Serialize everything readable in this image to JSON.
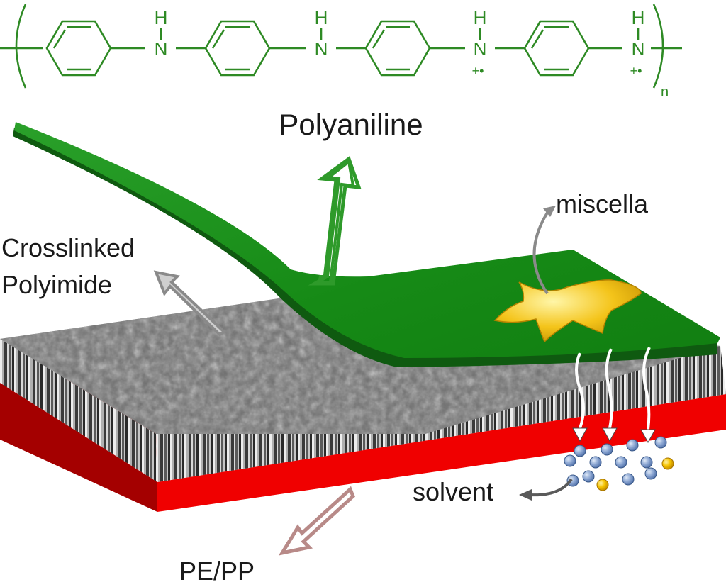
{
  "formula": {
    "atoms": [
      "H",
      "N",
      "H",
      "N",
      "H",
      "N",
      "H",
      "N"
    ],
    "charges": [
      "+•",
      "+•"
    ],
    "subscript": "n"
  },
  "labels": {
    "polymer": "Polyaniline",
    "crosslinked_line1": "Crosslinked",
    "crosslinked_line2": "Polyimide",
    "miscella": "miscella",
    "solvent": "solvent",
    "substrate": "PE/PP"
  },
  "colors": {
    "pani_film": "#1d8a1d",
    "pani_film_edge": "#0f5a10",
    "chem_text": "#2e8a24",
    "substrate_top": "#ff1a1a",
    "substrate_side": "#e00000",
    "substrate_left": "#a00000",
    "micelle": "#f2c21a",
    "solvent_blue": "#7f9fce",
    "solvent_yellow": "#f0b800",
    "arrow_green": "#2e9a2a",
    "arrow_gray": "#8a8a8a",
    "arrow_pink": "#b88a88"
  }
}
